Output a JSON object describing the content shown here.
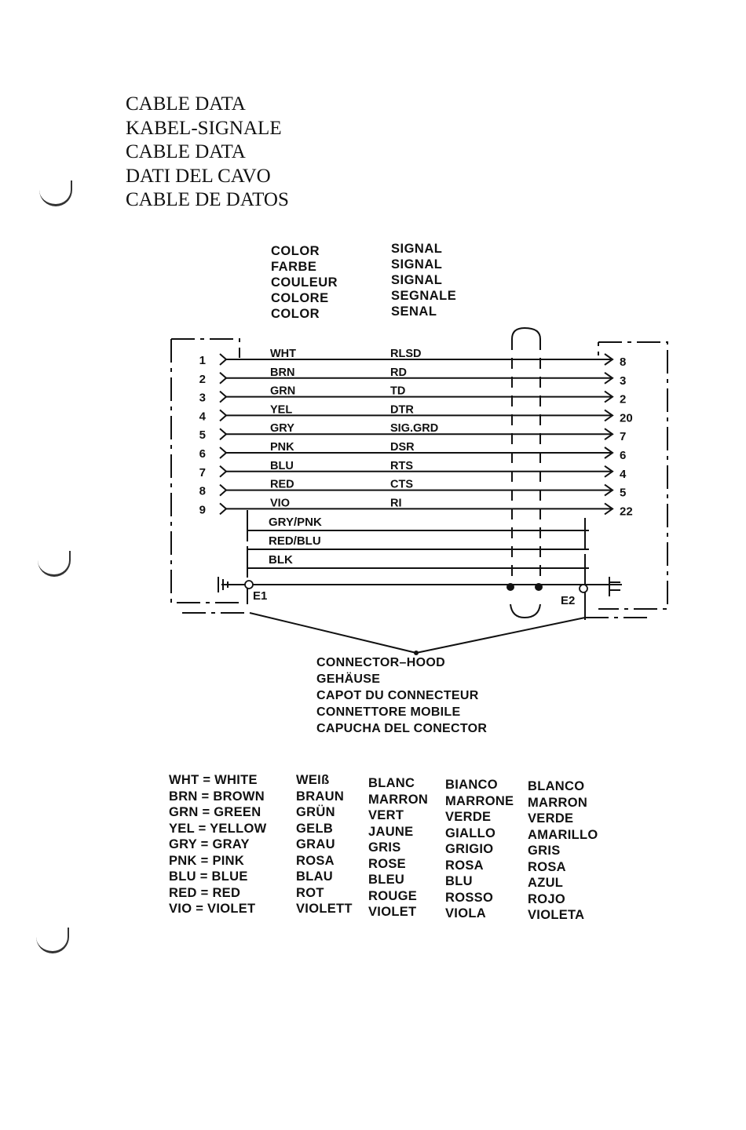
{
  "titles": [
    "CABLE DATA",
    "KABEL-SIGNALE",
    "CABLE DATA",
    "DATI DEL CAVO",
    "CABLE DE DATOS"
  ],
  "header": {
    "color_labels": [
      "COLOR",
      "FARBE",
      "COULEUR",
      "COLORE",
      "COLOR"
    ],
    "signal_labels": [
      "SIGNAL",
      "SIGNAL",
      "SIGNAL",
      "SEGNALE",
      "SENAL"
    ]
  },
  "wiring": [
    {
      "pin_left": "1",
      "color": "WHT",
      "signal": "RLSD",
      "pin_right": "8"
    },
    {
      "pin_left": "2",
      "color": "BRN",
      "signal": "RD",
      "pin_right": "3"
    },
    {
      "pin_left": "3",
      "color": "GRN",
      "signal": "TD",
      "pin_right": "2"
    },
    {
      "pin_left": "4",
      "color": "YEL",
      "signal": "DTR",
      "pin_right": "20"
    },
    {
      "pin_left": "5",
      "color": "GRY",
      "signal": "SIG.GRD",
      "pin_right": "7"
    },
    {
      "pin_left": "6",
      "color": "PNK",
      "signal": "DSR",
      "pin_right": "6"
    },
    {
      "pin_left": "7",
      "color": "BLU",
      "signal": "RTS",
      "pin_right": "4"
    },
    {
      "pin_left": "8",
      "color": "RED",
      "signal": "CTS",
      "pin_right": "5"
    },
    {
      "pin_left": "9",
      "color": "VIO",
      "signal": "RI",
      "pin_right": "22"
    }
  ],
  "spare_wires": [
    "GRY/PNK",
    "RED/BLU",
    "BLK"
  ],
  "ground_labels": {
    "left": "E1",
    "right": "E2"
  },
  "hood_labels": [
    "CONNECTOR–HOOD",
    "GEHÄUSE",
    "CAPOT DU CONNECTEUR",
    "CONNETTORE MOBILE",
    "CAPUCHA DEL CONECTOR"
  ],
  "legend": {
    "abbreviations": [
      "WHT = WHITE",
      "BRN = BROWN",
      "GRN = GREEN",
      "YEL = YELLOW",
      "GRY = GRAY",
      "PNK = PINK",
      "BLU = BLUE",
      "RED = RED",
      "VIO = VIOLET"
    ],
    "german": [
      "WEIß",
      "BRAUN",
      "GRÜN",
      "GELB",
      "GRAU",
      "ROSA",
      "BLAU",
      "ROT",
      "VIOLETT"
    ],
    "french": [
      "BLANC",
      "MARRON",
      "VERT",
      "JAUNE",
      "GRIS",
      "ROSE",
      "BLEU",
      "ROUGE",
      "VIOLET"
    ],
    "italian": [
      "BIANCO",
      "MARRONE",
      "VERDE",
      "GIALLO",
      "GRIGIO",
      "ROSA",
      "BLU",
      "ROSSO",
      "VIOLA"
    ],
    "spanish": [
      "BLANCO",
      "MARRON",
      "VERDE",
      "AMARILLO",
      "GRIS",
      "ROSA",
      "AZUL",
      "ROJO",
      "VIOLETA"
    ]
  }
}
